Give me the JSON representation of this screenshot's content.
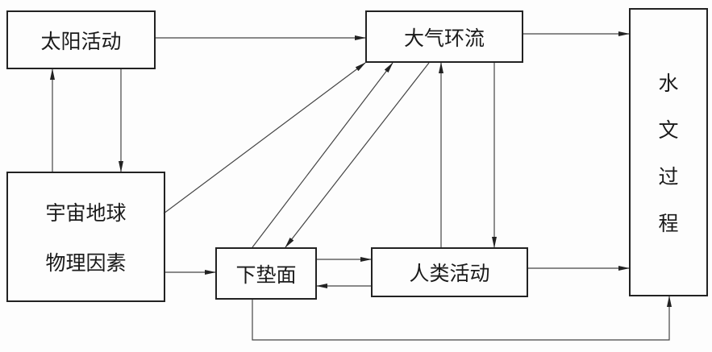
{
  "nodes": {
    "solar": "太阳活动",
    "atmos": "大气环流",
    "cosmic_line1": "宇宙地球",
    "cosmic_line2": "物理因素",
    "surface": "下垫面",
    "human": "人类活动",
    "hydro_chars": [
      "水",
      "文",
      "过",
      "程"
    ]
  },
  "colors": {
    "line": "#333333",
    "box": "#222222"
  }
}
